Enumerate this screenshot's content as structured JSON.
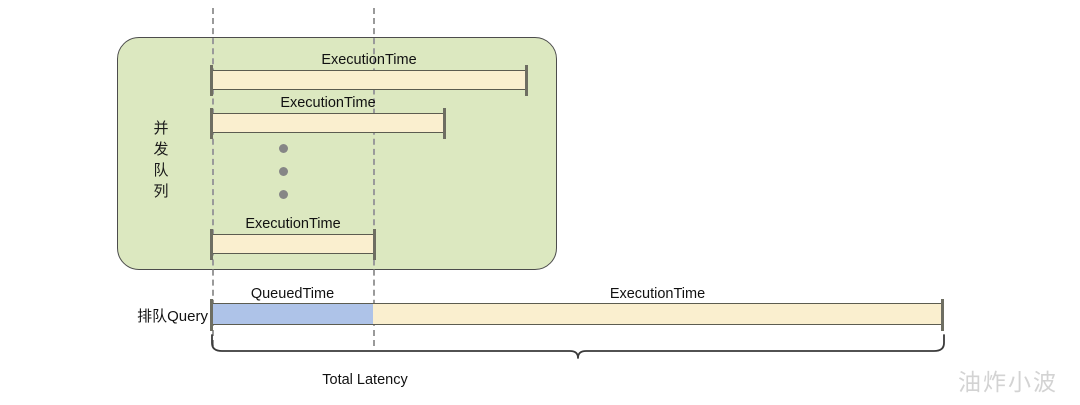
{
  "diagram": {
    "queue_container": {
      "label": "并发队列",
      "label_chars": [
        "并",
        "发",
        "队",
        "列"
      ],
      "fill_color": "#dce8c0",
      "border_color": "#4c4c4c"
    },
    "concurrent_bars": [
      {
        "caption": "ExecutionTime",
        "fill_color": "#faefcf"
      },
      {
        "caption": "ExecutionTime",
        "fill_color": "#faefcf"
      },
      {
        "caption": "ExecutionTime",
        "fill_color": "#faefcf"
      }
    ],
    "ellipsis_dots": 3,
    "queued_row": {
      "label": "排队Query",
      "segments": [
        {
          "caption": "QueuedTime",
          "fill_color": "#aec3e8"
        },
        {
          "caption": "ExecutionTime",
          "fill_color": "#faefcf"
        }
      ]
    },
    "brace": {
      "label": "Total Latency"
    },
    "guides": [
      {
        "name": "queue-start-guide"
      },
      {
        "name": "execution-start-guide"
      }
    ],
    "watermark": "油炸小波"
  }
}
